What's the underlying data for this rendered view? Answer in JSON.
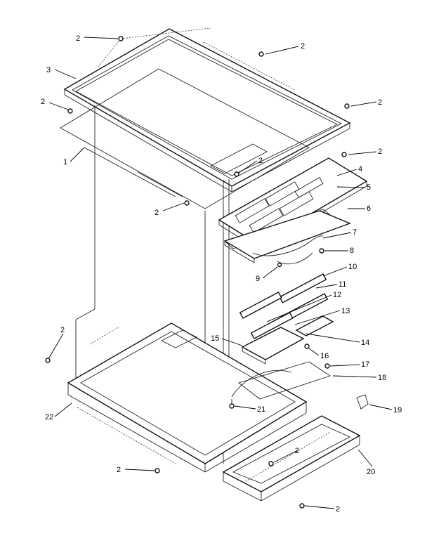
{
  "callouts": [
    {
      "id": "c2a",
      "text": "2"
    },
    {
      "id": "c2b",
      "text": "2"
    },
    {
      "id": "c3",
      "text": "3"
    },
    {
      "id": "c2c",
      "text": "2"
    },
    {
      "id": "c2d",
      "text": "2"
    },
    {
      "id": "c1",
      "text": "1"
    },
    {
      "id": "c2e",
      "text": "2"
    },
    {
      "id": "c2f",
      "text": "2"
    },
    {
      "id": "c4",
      "text": "4"
    },
    {
      "id": "c5",
      "text": "5"
    },
    {
      "id": "c2g",
      "text": "2"
    },
    {
      "id": "c6",
      "text": "6"
    },
    {
      "id": "c7",
      "text": "7"
    },
    {
      "id": "c8",
      "text": "8"
    },
    {
      "id": "c9",
      "text": "9"
    },
    {
      "id": "c10",
      "text": "10"
    },
    {
      "id": "c11",
      "text": "11"
    },
    {
      "id": "c12",
      "text": "12"
    },
    {
      "id": "c13",
      "text": "13"
    },
    {
      "id": "c14",
      "text": "14"
    },
    {
      "id": "c15",
      "text": "15"
    },
    {
      "id": "c16",
      "text": "16"
    },
    {
      "id": "c17",
      "text": "17"
    },
    {
      "id": "c18",
      "text": "18"
    },
    {
      "id": "c2h",
      "text": "2"
    },
    {
      "id": "c22",
      "text": "22"
    },
    {
      "id": "c21",
      "text": "21"
    },
    {
      "id": "c19",
      "text": "19"
    },
    {
      "id": "c20",
      "text": "20"
    },
    {
      "id": "c2i",
      "text": "2"
    },
    {
      "id": "c2j",
      "text": "2"
    },
    {
      "id": "c2k",
      "text": "2"
    }
  ]
}
